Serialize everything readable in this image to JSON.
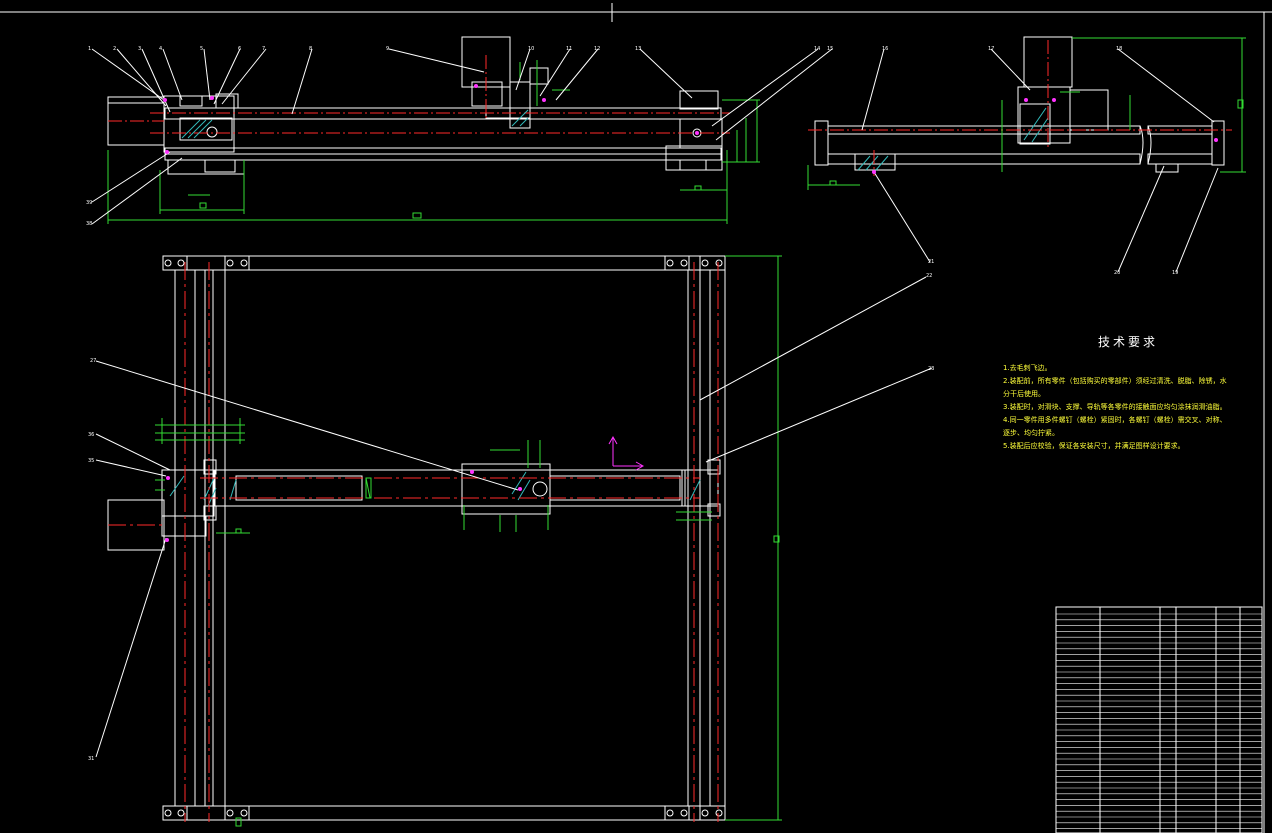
{
  "technical_requirements": {
    "title": "技术要求",
    "items": [
      "1.去毛刺飞边。",
      "2.装配前，所有零件（包括购买的零部件）须经过清洗、脱脂、除锈，水分干后使用。",
      "3.装配时，对滑块、支撑、导轨等各零件的接触面应均匀涂抹润滑油脂。",
      "4.同一零件用多件螺钉（螺栓）紧固时，各螺钉（螺栓）需交叉、对称、逐步、均匀拧紧。",
      "5.装配后应校验，保证各安装尺寸，并满足图样设计要求。"
    ]
  },
  "callouts": {
    "top_left": [
      "1",
      "2",
      "3",
      "4",
      "5",
      "6",
      "7",
      "8",
      "9",
      "10",
      "11",
      "12",
      "13",
      "14",
      "15"
    ],
    "top_left_lower": [
      "39",
      "38"
    ],
    "top_right": [
      "16",
      "17",
      "18",
      "21",
      "20",
      "19"
    ],
    "plan_view": [
      "22",
      "23",
      "27",
      "36",
      "35",
      "31"
    ]
  },
  "colors": {
    "background": "#000000",
    "outline": "#ffffff",
    "centerline": "#ff2a2a",
    "dimension": "#33dd33",
    "text_yellow": "#ffff3a",
    "ucs_axis": "#ff33ff",
    "section_hatch": "#33bbbb"
  }
}
